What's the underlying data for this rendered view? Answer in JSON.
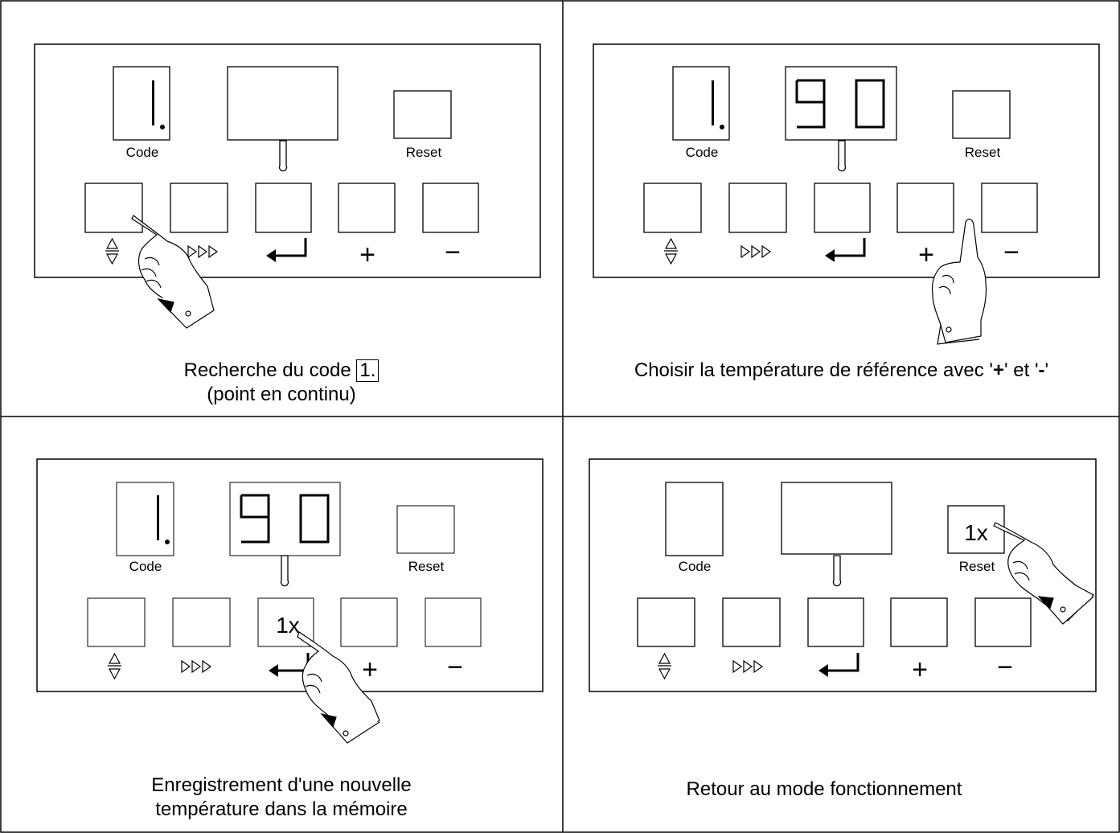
{
  "labels": {
    "code": "Code",
    "reset": "Reset",
    "plus": "+",
    "minus": "−",
    "times": "1x"
  },
  "display_value": [
    "9",
    "0"
  ],
  "panels": [
    {
      "caption_line1": "Recherche du code",
      "caption_code": "1.",
      "caption_line2": "(point en continu)"
    },
    {
      "caption_prefix": "Choisir la température de référence avec '",
      "caption_plus": "+",
      "caption_mid": "' et '",
      "caption_minus": "-",
      "caption_suffix": "'"
    },
    {
      "caption_line1": "Enregistrement d'une nouvelle",
      "caption_line2": "température dans la mémoire"
    },
    {
      "caption_line1": "Retour au mode fonctionnement"
    }
  ]
}
